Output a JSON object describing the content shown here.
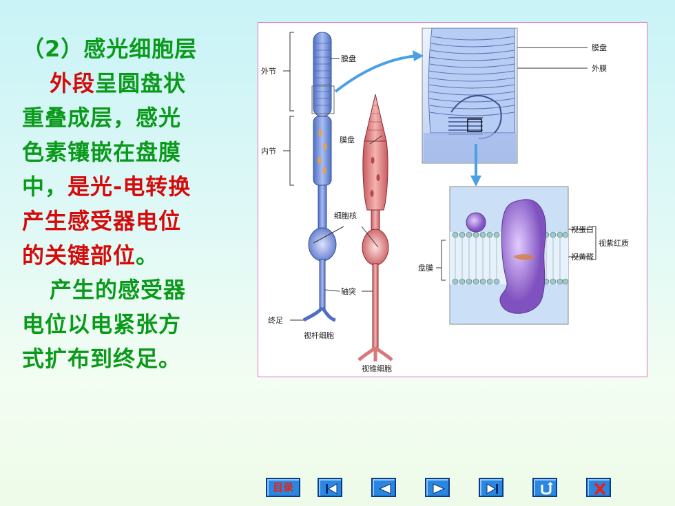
{
  "text": {
    "heading": "（2）感光细胞层",
    "outer_segment": "外段",
    "p1_rest": "呈圆盘状",
    "p1_line2": "重叠成层，感光",
    "p1_line3": "色素镶嵌在盘膜",
    "p1_line4a": "中，",
    "p1_line4b": "是光-电转换",
    "p1_line5": "产生感受器电位",
    "p1_line6a": "的关键部位",
    "p1_line6b": "。",
    "p2_line1": "产生的感受器",
    "p2_line2": "电位以电紧张方",
    "p2_line3": "式扩布到终足。"
  },
  "figure": {
    "labels": {
      "outer_segment": "外节",
      "inner_segment": "内节",
      "membrane_disc_rod": "膜盘",
      "membrane_disc_cone": "膜盘",
      "nucleus": "细胞核",
      "axon": "轴突",
      "terminal": "终足",
      "rod_cell": "视杆细胞",
      "cone_cell": "视锥细胞",
      "disc_top": "膜盘",
      "outer_membrane": "外膜",
      "opsin": "视蛋白",
      "retinal": "视黄醛",
      "rhodopsin": "视紫红质",
      "disc_membrane": "盘膜"
    },
    "colors": {
      "rod": "#6f8fd6",
      "cone": "#d9777a",
      "rhodopsin": "#9a6ad0",
      "arrow": "#4aa0e6"
    }
  },
  "nav": {
    "toc_label": "目录",
    "buttons": [
      {
        "name": "first",
        "icon": "first-page-icon"
      },
      {
        "name": "prev",
        "icon": "prev-icon"
      },
      {
        "name": "next",
        "icon": "next-icon"
      },
      {
        "name": "last",
        "icon": "last-page-icon"
      },
      {
        "name": "return",
        "icon": "return-icon"
      },
      {
        "name": "exit",
        "icon": "close-icon"
      }
    ]
  }
}
